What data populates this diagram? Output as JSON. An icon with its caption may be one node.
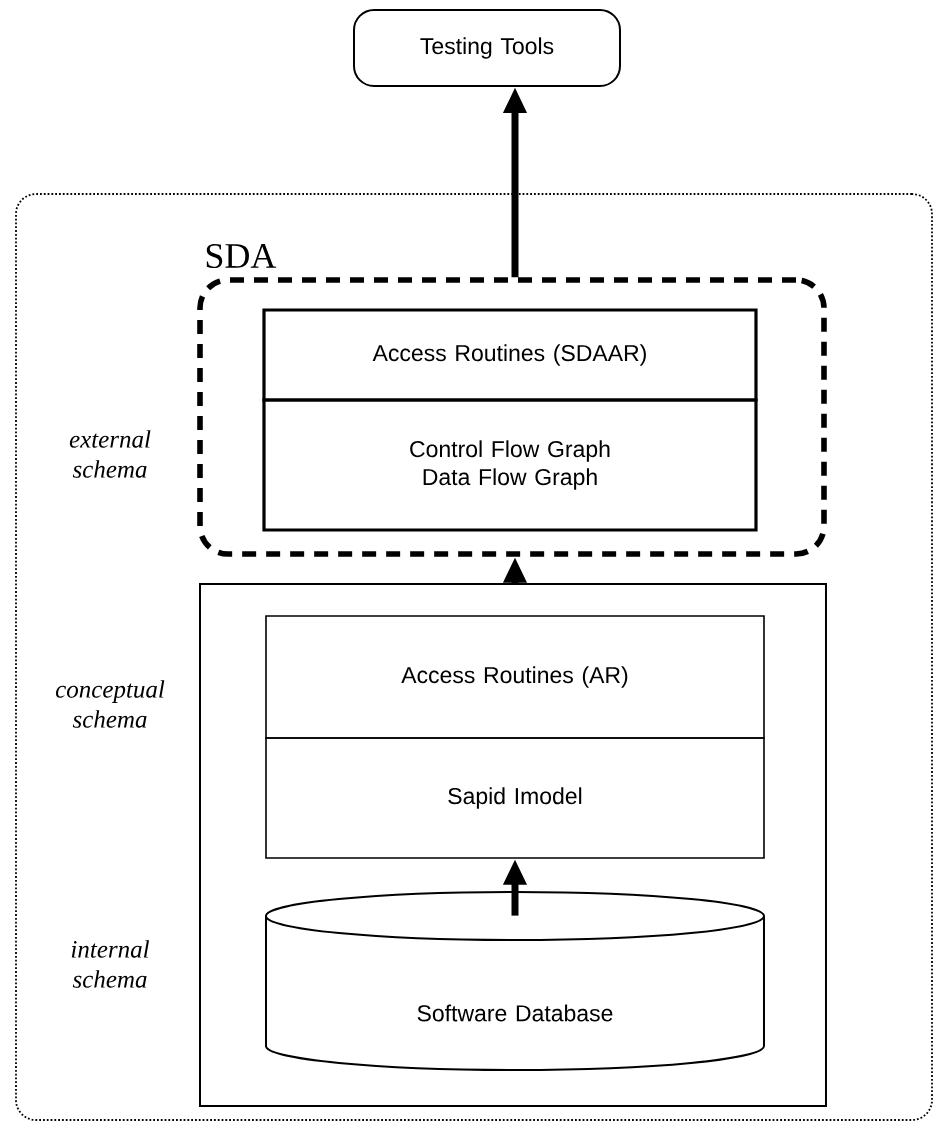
{
  "diagram": {
    "nodes": [
      {
        "text": [
          "Testing Tools"
        ]
      },
      {
        "text": [
          "SDA"
        ]
      },
      {
        "text": [],
        "shape": "box",
        "in": 1
      },
      {
        "text": [
          "Access Routines (SDAAR)"
        ],
        "in": 2
      },
      {
        "text": [
          "Control Flow Graph Data Flow Graph"
        ],
        "in": 2
      },
      {
        "text": [],
        "shape": "box",
        "in": 1
      },
      {
        "text": [
          "Access Routines (AR)"
        ],
        "in": 5
      },
      {
        "text": [
          "Sapid Imodel"
        ],
        "in": 5
      },
      {
        "text": [
          "Software Database"
        ],
        "in": 5
      }
    ],
    "edges": [
      {
        "from": 2,
        "to": 0,
        "arrow": "to"
      },
      {
        "from": 5,
        "to": 2,
        "arrow": "to"
      },
      {
        "from": 8,
        "to": 7,
        "arrow": "to"
      }
    ],
    "labels": [
      "external schema",
      "conceptual schema",
      "internal schema"
    ]
  }
}
